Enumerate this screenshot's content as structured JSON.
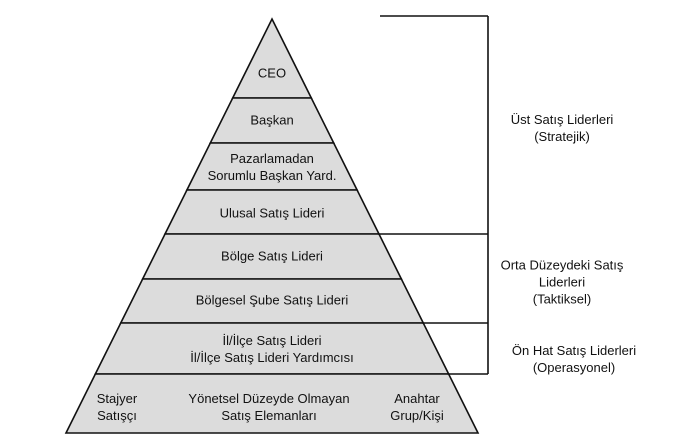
{
  "pyramid": {
    "fill_color": "#dcdcdc",
    "line_color": "#111111",
    "levels": [
      {
        "lines": [
          "CEO"
        ]
      },
      {
        "lines": [
          "Başkan"
        ]
      },
      {
        "lines": [
          "Pazarlamadan",
          "Sorumlu Başkan Yard."
        ]
      },
      {
        "lines": [
          "Ulusal Satış Lideri"
        ]
      },
      {
        "lines": [
          "Bölge Satış Lideri"
        ]
      },
      {
        "lines": [
          "Bölgesel Şube Satış Lideri"
        ]
      },
      {
        "lines": [
          "İl/İlçe Satış Lideri",
          "İl/İlçe Satış Lideri Yardımcısı"
        ]
      }
    ],
    "base": {
      "left": [
        "Stajyer",
        "Satışçı"
      ],
      "center": [
        "Yönetsel Düzeyde Olmayan",
        "Satış Elemanları"
      ],
      "right": [
        "Anahtar",
        "Grup/Kişi"
      ]
    }
  },
  "groups": [
    {
      "lines": [
        "Üst Satış Liderleri",
        "(Stratejik)"
      ]
    },
    {
      "lines": [
        "Orta Düzeydeki Satış",
        "Liderleri",
        "(Taktiksel)"
      ]
    },
    {
      "lines": [
        "Ön Hat Satış Liderleri",
        "(Operasyonel)"
      ]
    }
  ]
}
